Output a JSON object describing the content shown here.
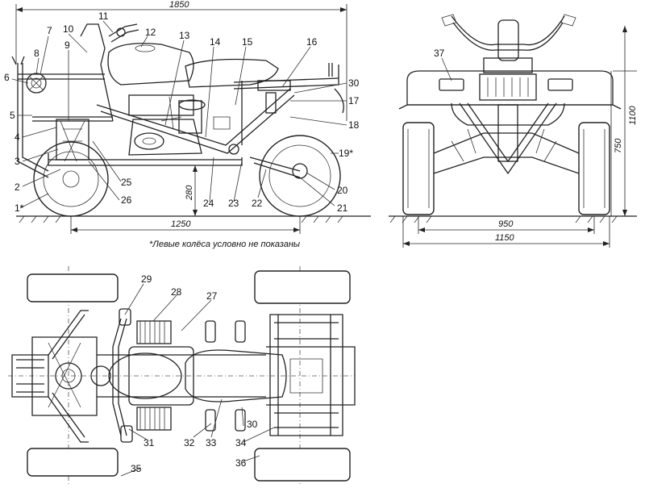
{
  "dimensions": {
    "side_overall_length": "1850",
    "side_wheelbase": "1250",
    "side_ground_clearance": "280",
    "front_height": "1100",
    "front_height2": "750",
    "front_track": "950",
    "front_width": "1150"
  },
  "note": "*Левые колёса условно не показаны",
  "side_labels": {
    "1": "1*",
    "2": "2",
    "3": "3",
    "4": "4",
    "5": "5",
    "6": "6",
    "7": "7",
    "8": "8",
    "9": "9",
    "10": "10",
    "11": "11",
    "12": "12",
    "13": "13",
    "14": "14",
    "15": "15",
    "16": "16",
    "17": "17",
    "18": "18",
    "19": "19*",
    "20": "20",
    "21": "21",
    "22": "22",
    "23": "23",
    "24": "24",
    "25": "25",
    "26": "26",
    "30": "30"
  },
  "front_labels": {
    "37": "37"
  },
  "top_labels": {
    "27": "27",
    "28": "28",
    "29": "29",
    "30": "30",
    "31": "31",
    "32": "32",
    "33": "33",
    "34": "34",
    "35": "35",
    "36": "36"
  }
}
